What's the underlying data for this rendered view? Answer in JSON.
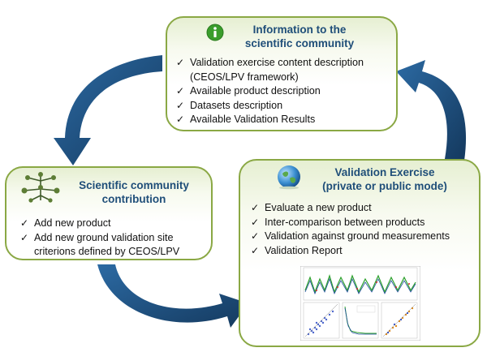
{
  "info": {
    "title_line1": "Information to the",
    "title_line2": "scientific community",
    "icon": "info-icon",
    "items": [
      "Validation exercise content description",
      "(CEOS/LPV framework)",
      "Available product description",
      "Datasets description",
      "Available Validation Results"
    ]
  },
  "community": {
    "title_line1": "Scientific community",
    "title_line2": "contribution",
    "icon": "plant-network-icon",
    "items": [
      "Add new product",
      "Add new ground validation site",
      "criterions defined by CEOS/LPV"
    ]
  },
  "validation": {
    "title_line1": "Validation Exercise",
    "title_line2": "(private or public mode)",
    "icon": "earth-globe-icon",
    "items": [
      "Evaluate a new product",
      "Inter-comparison between products",
      "Validation against ground measurements",
      "Validation Report"
    ]
  },
  "colors": {
    "arrow": "#1f4e79",
    "box_border": "#8aa844",
    "title": "#1f4e79"
  }
}
